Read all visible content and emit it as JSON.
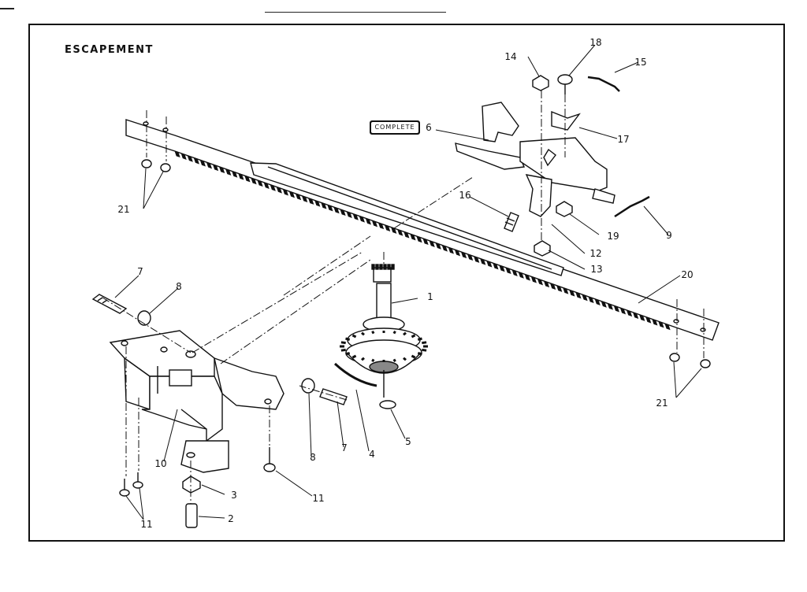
{
  "title": "ESCAPEMENT",
  "complete_label": "COMPLETE",
  "callouts": {
    "p1": "1",
    "p2": "2",
    "p3": "3",
    "p4": "4",
    "p5": "5",
    "p6": "6",
    "p7a": "7",
    "p7b": "7",
    "p8a": "8",
    "p8b": "8",
    "p9": "9",
    "p10": "10",
    "p11a": "11",
    "p11b": "11",
    "p12": "12",
    "p13": "13",
    "p14": "14",
    "p15": "15",
    "p16": "16",
    "p17": "17",
    "p18": "18",
    "p19": "19",
    "p20": "20",
    "p21a": "21",
    "p21b": "21"
  }
}
